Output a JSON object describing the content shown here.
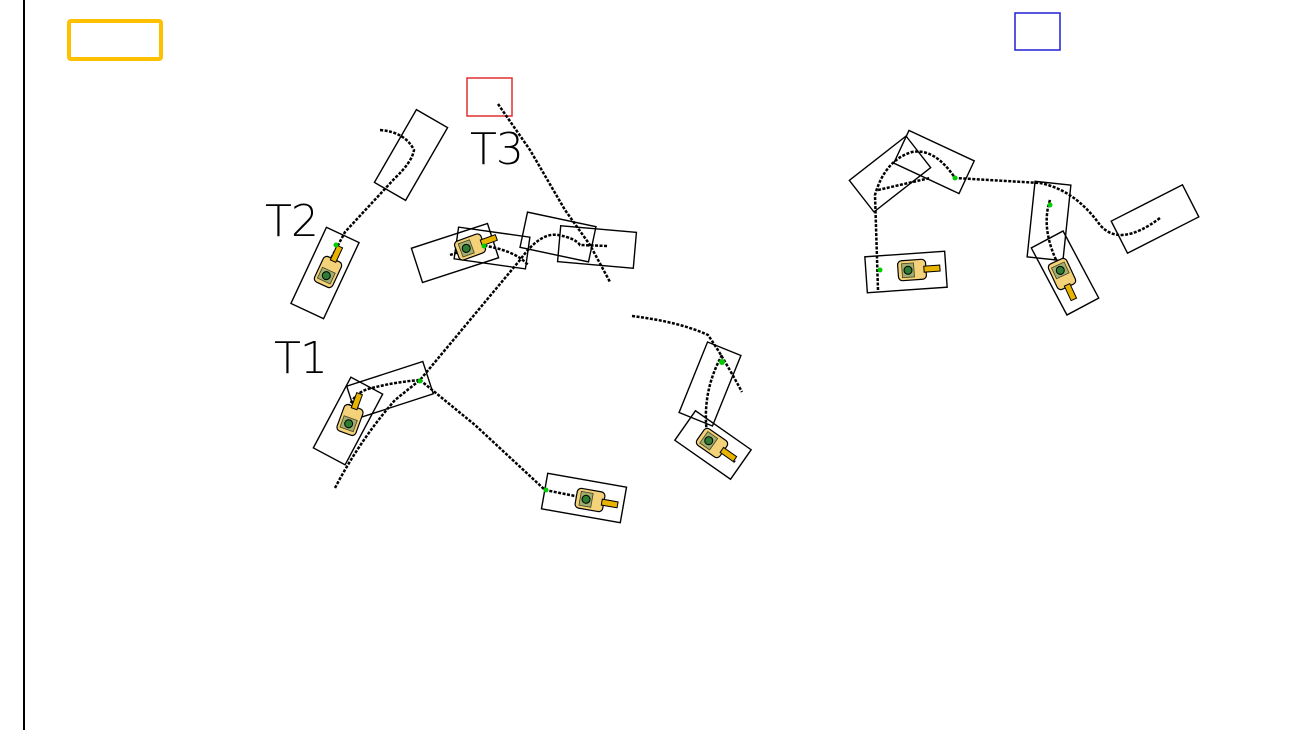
{
  "labels": {
    "t1": "T1",
    "t2": "T2",
    "t3": "T3"
  },
  "colors": {
    "orange": "#ffc000",
    "blue": "#1f1fd6",
    "red": "#e03030",
    "track": "#000000",
    "tick": "#00cc00",
    "robot_body": "#f3d27a",
    "robot_accent": "#e8b400"
  }
}
